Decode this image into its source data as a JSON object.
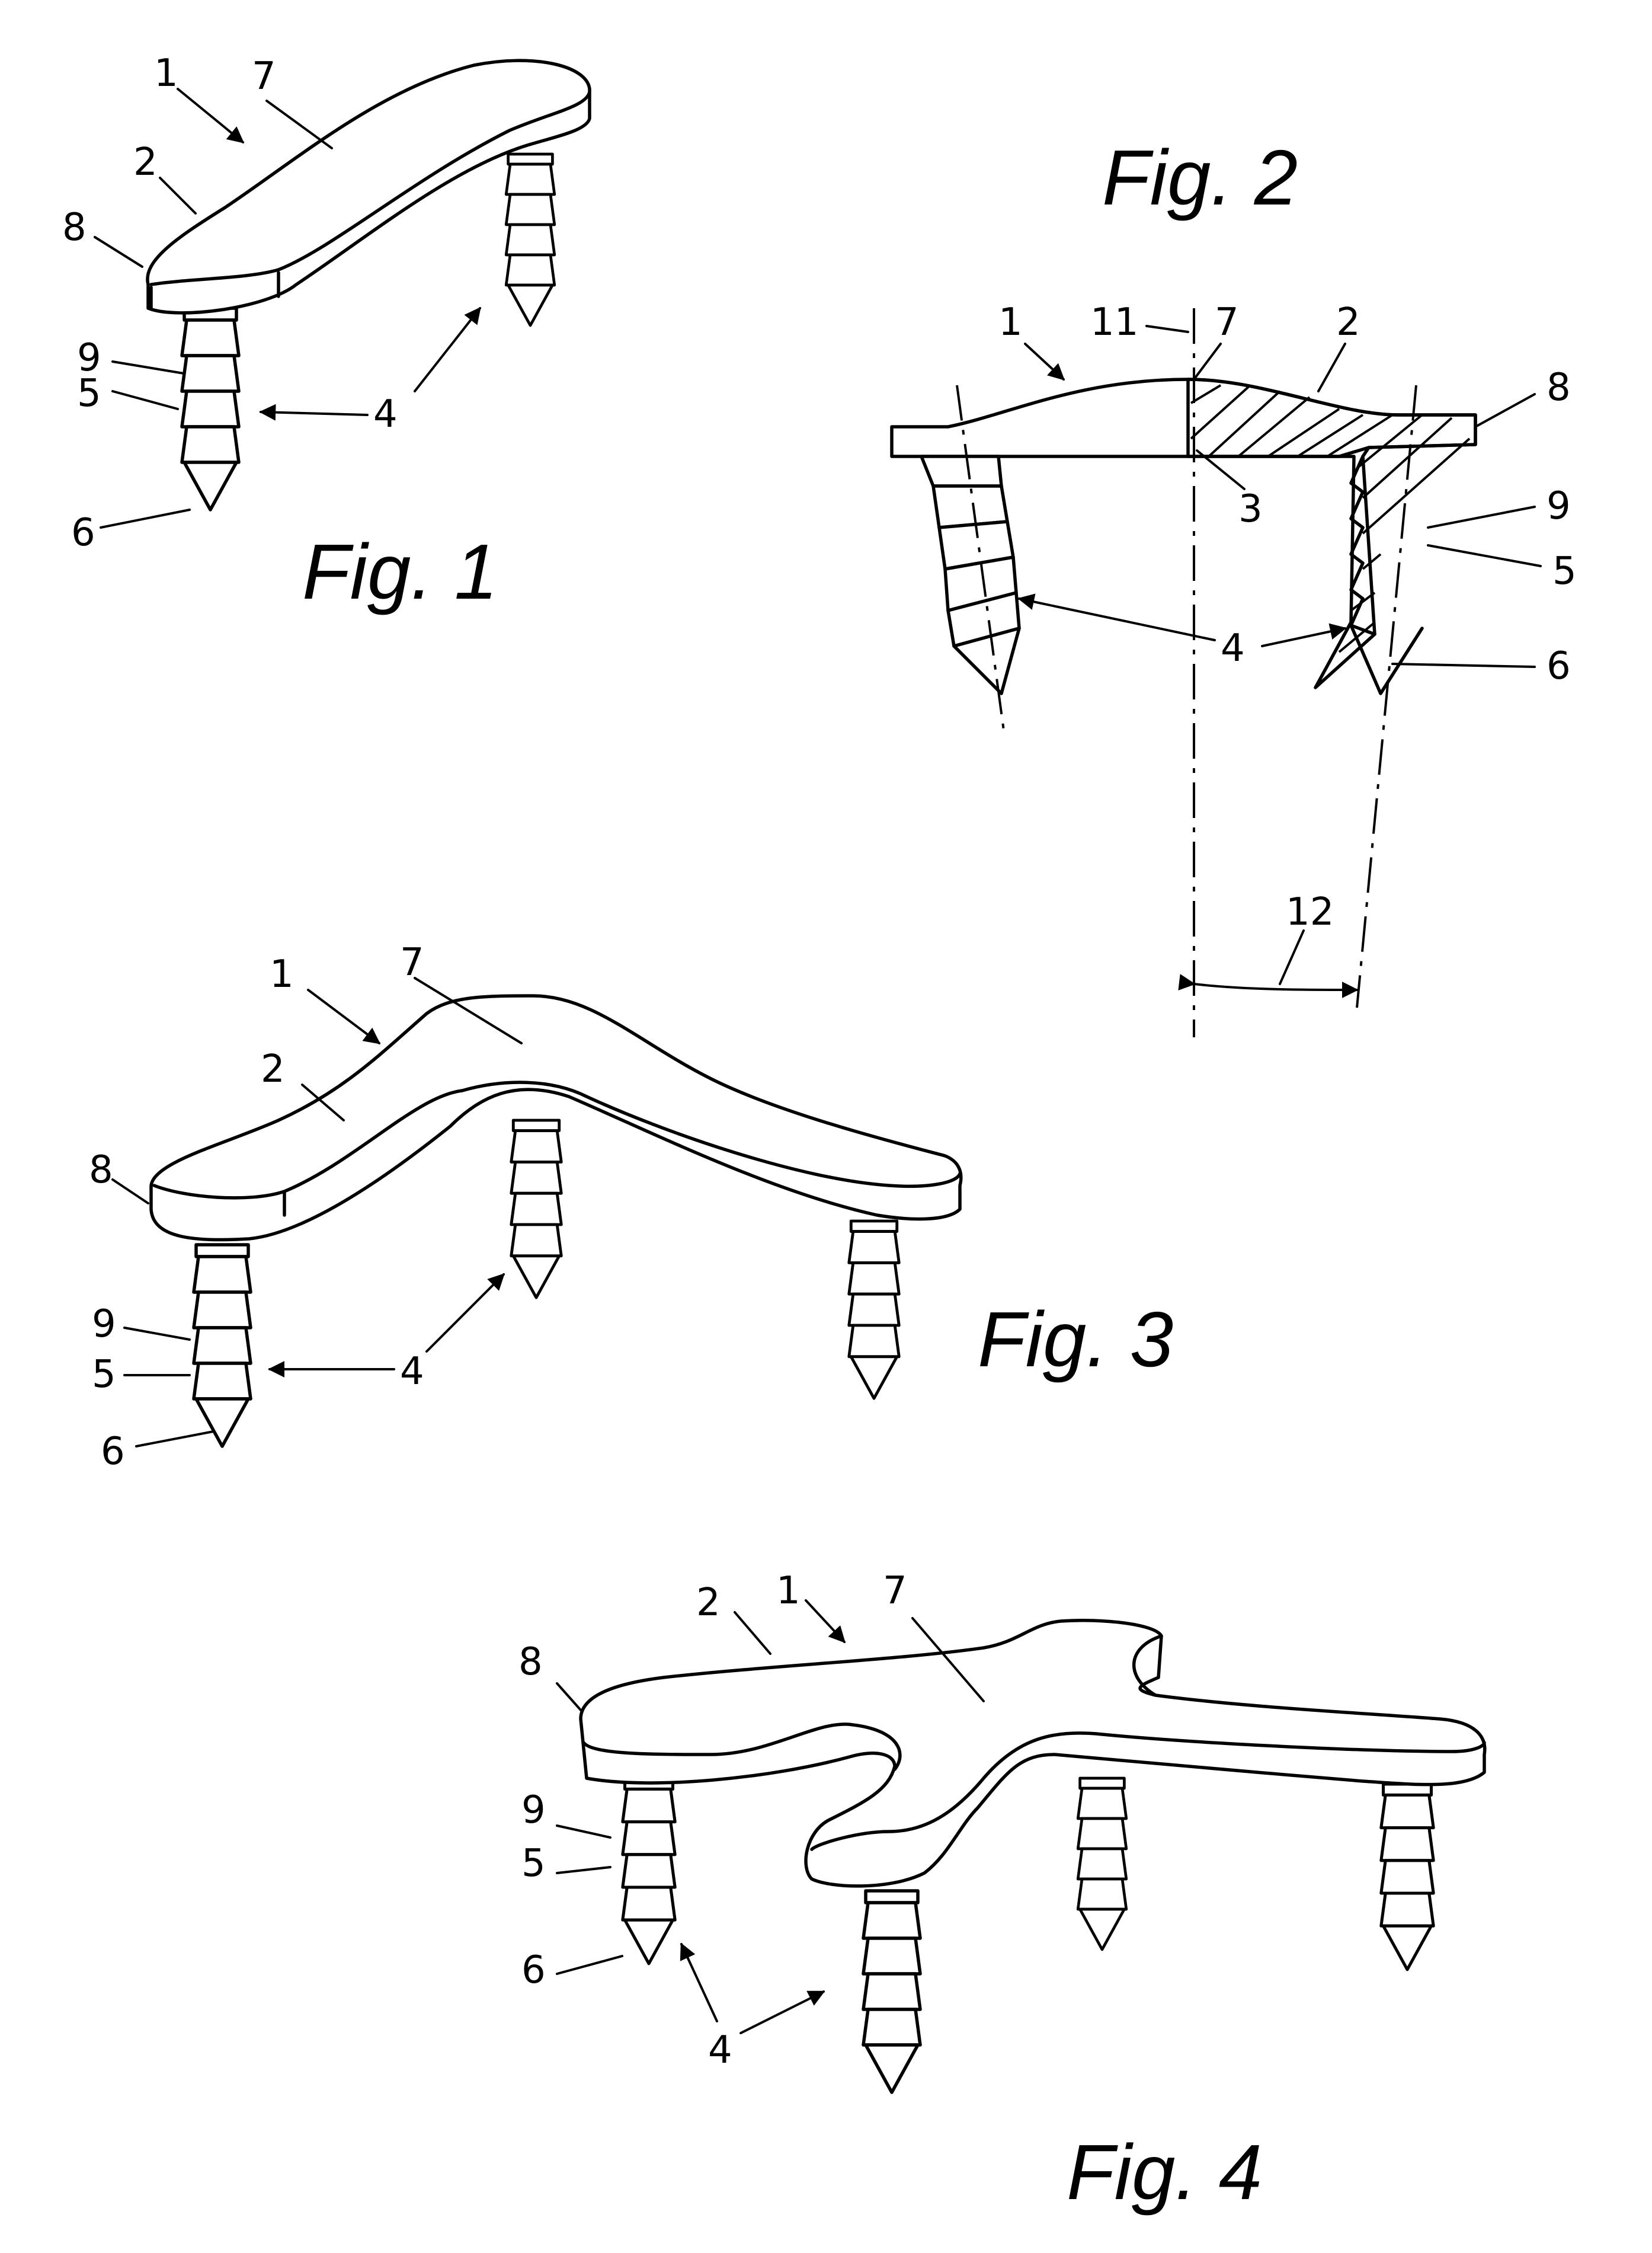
{
  "figures": {
    "fig1": {
      "caption": "Fig. 1",
      "labels": {
        "l1": "1",
        "l7": "7",
        "l2": "2",
        "l8": "8",
        "l9": "9",
        "l5": "5",
        "l4": "4",
        "l6": "6"
      }
    },
    "fig2": {
      "caption": "Fig. 2",
      "labels": {
        "l1": "1",
        "l11": "11",
        "l7": "7",
        "l2": "2",
        "l8": "8",
        "l3": "3",
        "l9": "9",
        "l5": "5",
        "l4": "4",
        "l6": "6",
        "l12": "12"
      }
    },
    "fig3": {
      "caption": "Fig. 3",
      "labels": {
        "l1": "1",
        "l7": "7",
        "l2": "2",
        "l8": "8",
        "l9": "9",
        "l5": "5",
        "l4": "4",
        "l6": "6"
      }
    },
    "fig4": {
      "caption": "Fig. 4",
      "labels": {
        "l2": "2",
        "l1": "1",
        "l7": "7",
        "l8": "8",
        "l9": "9",
        "l5": "5",
        "l6": "6",
        "l4": "4"
      }
    }
  }
}
